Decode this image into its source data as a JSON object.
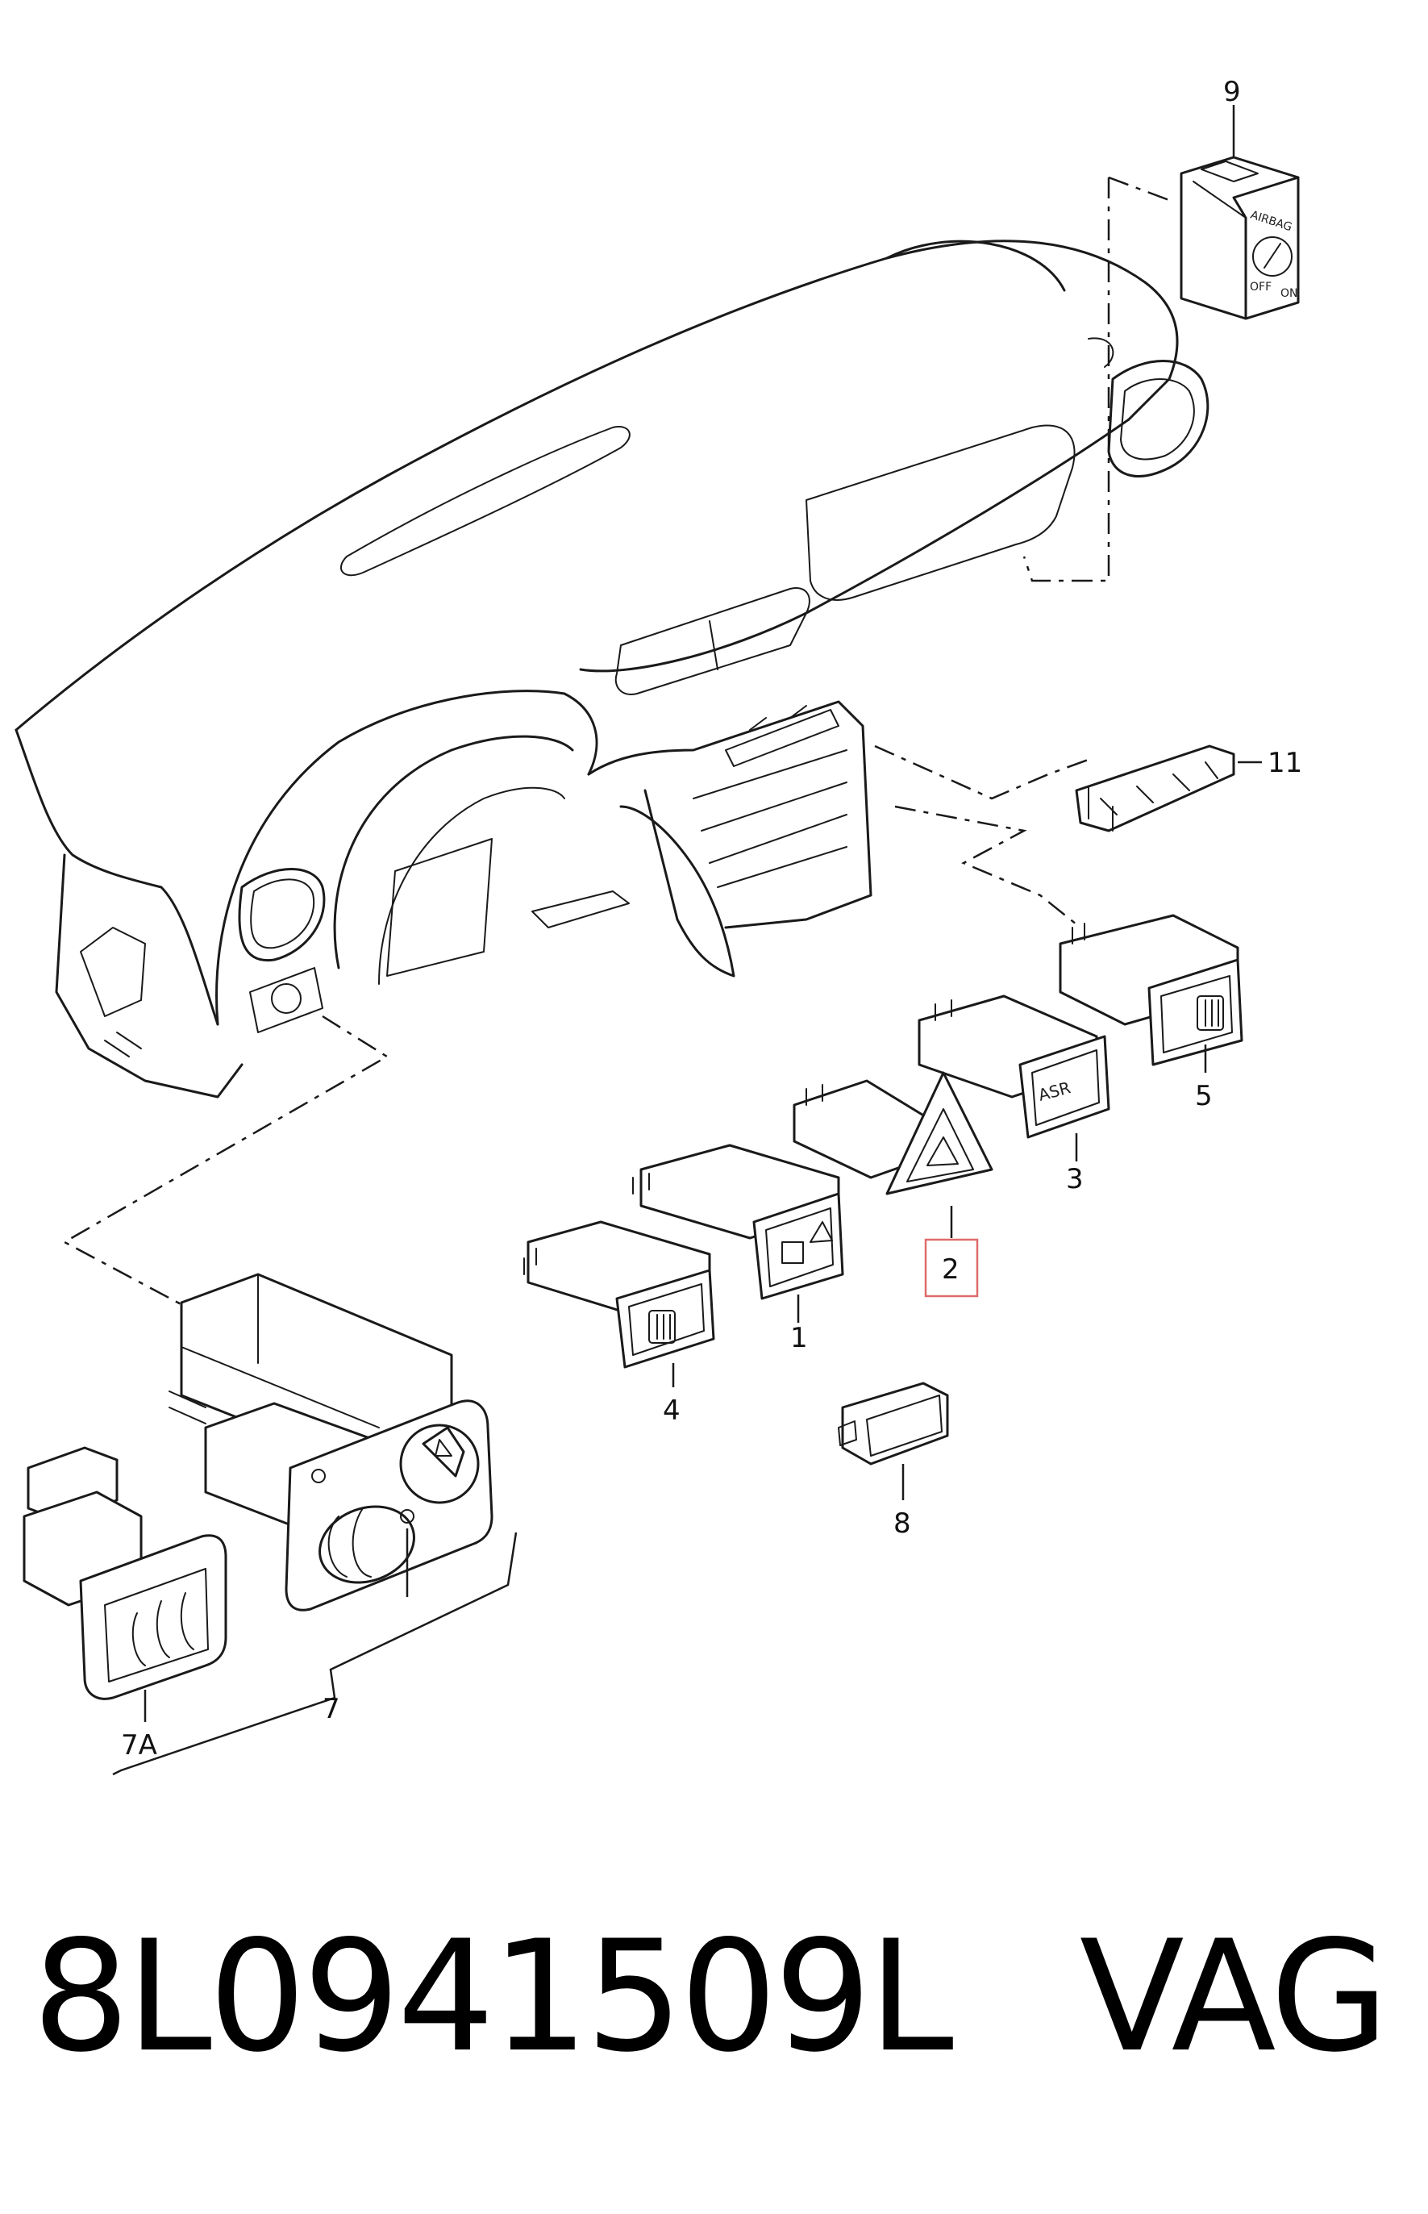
{
  "callouts": {
    "c1": "1",
    "c2": "2",
    "c3": "3",
    "c4": "4",
    "c5": "5",
    "c7": "7",
    "c7a": "7A",
    "c8": "8",
    "c9": "9",
    "c11": "11"
  },
  "highlighted_callout": "2",
  "button_labels": {
    "asr": "ASR",
    "airbag": "AIRBAG",
    "off": "OFF",
    "on": "ON"
  },
  "caption": {
    "part_number": "8L0941509L",
    "brand": "VAG"
  },
  "colors": {
    "line": "#1a1a1a",
    "highlight": "#e06b6b",
    "background": "#ffffff"
  }
}
